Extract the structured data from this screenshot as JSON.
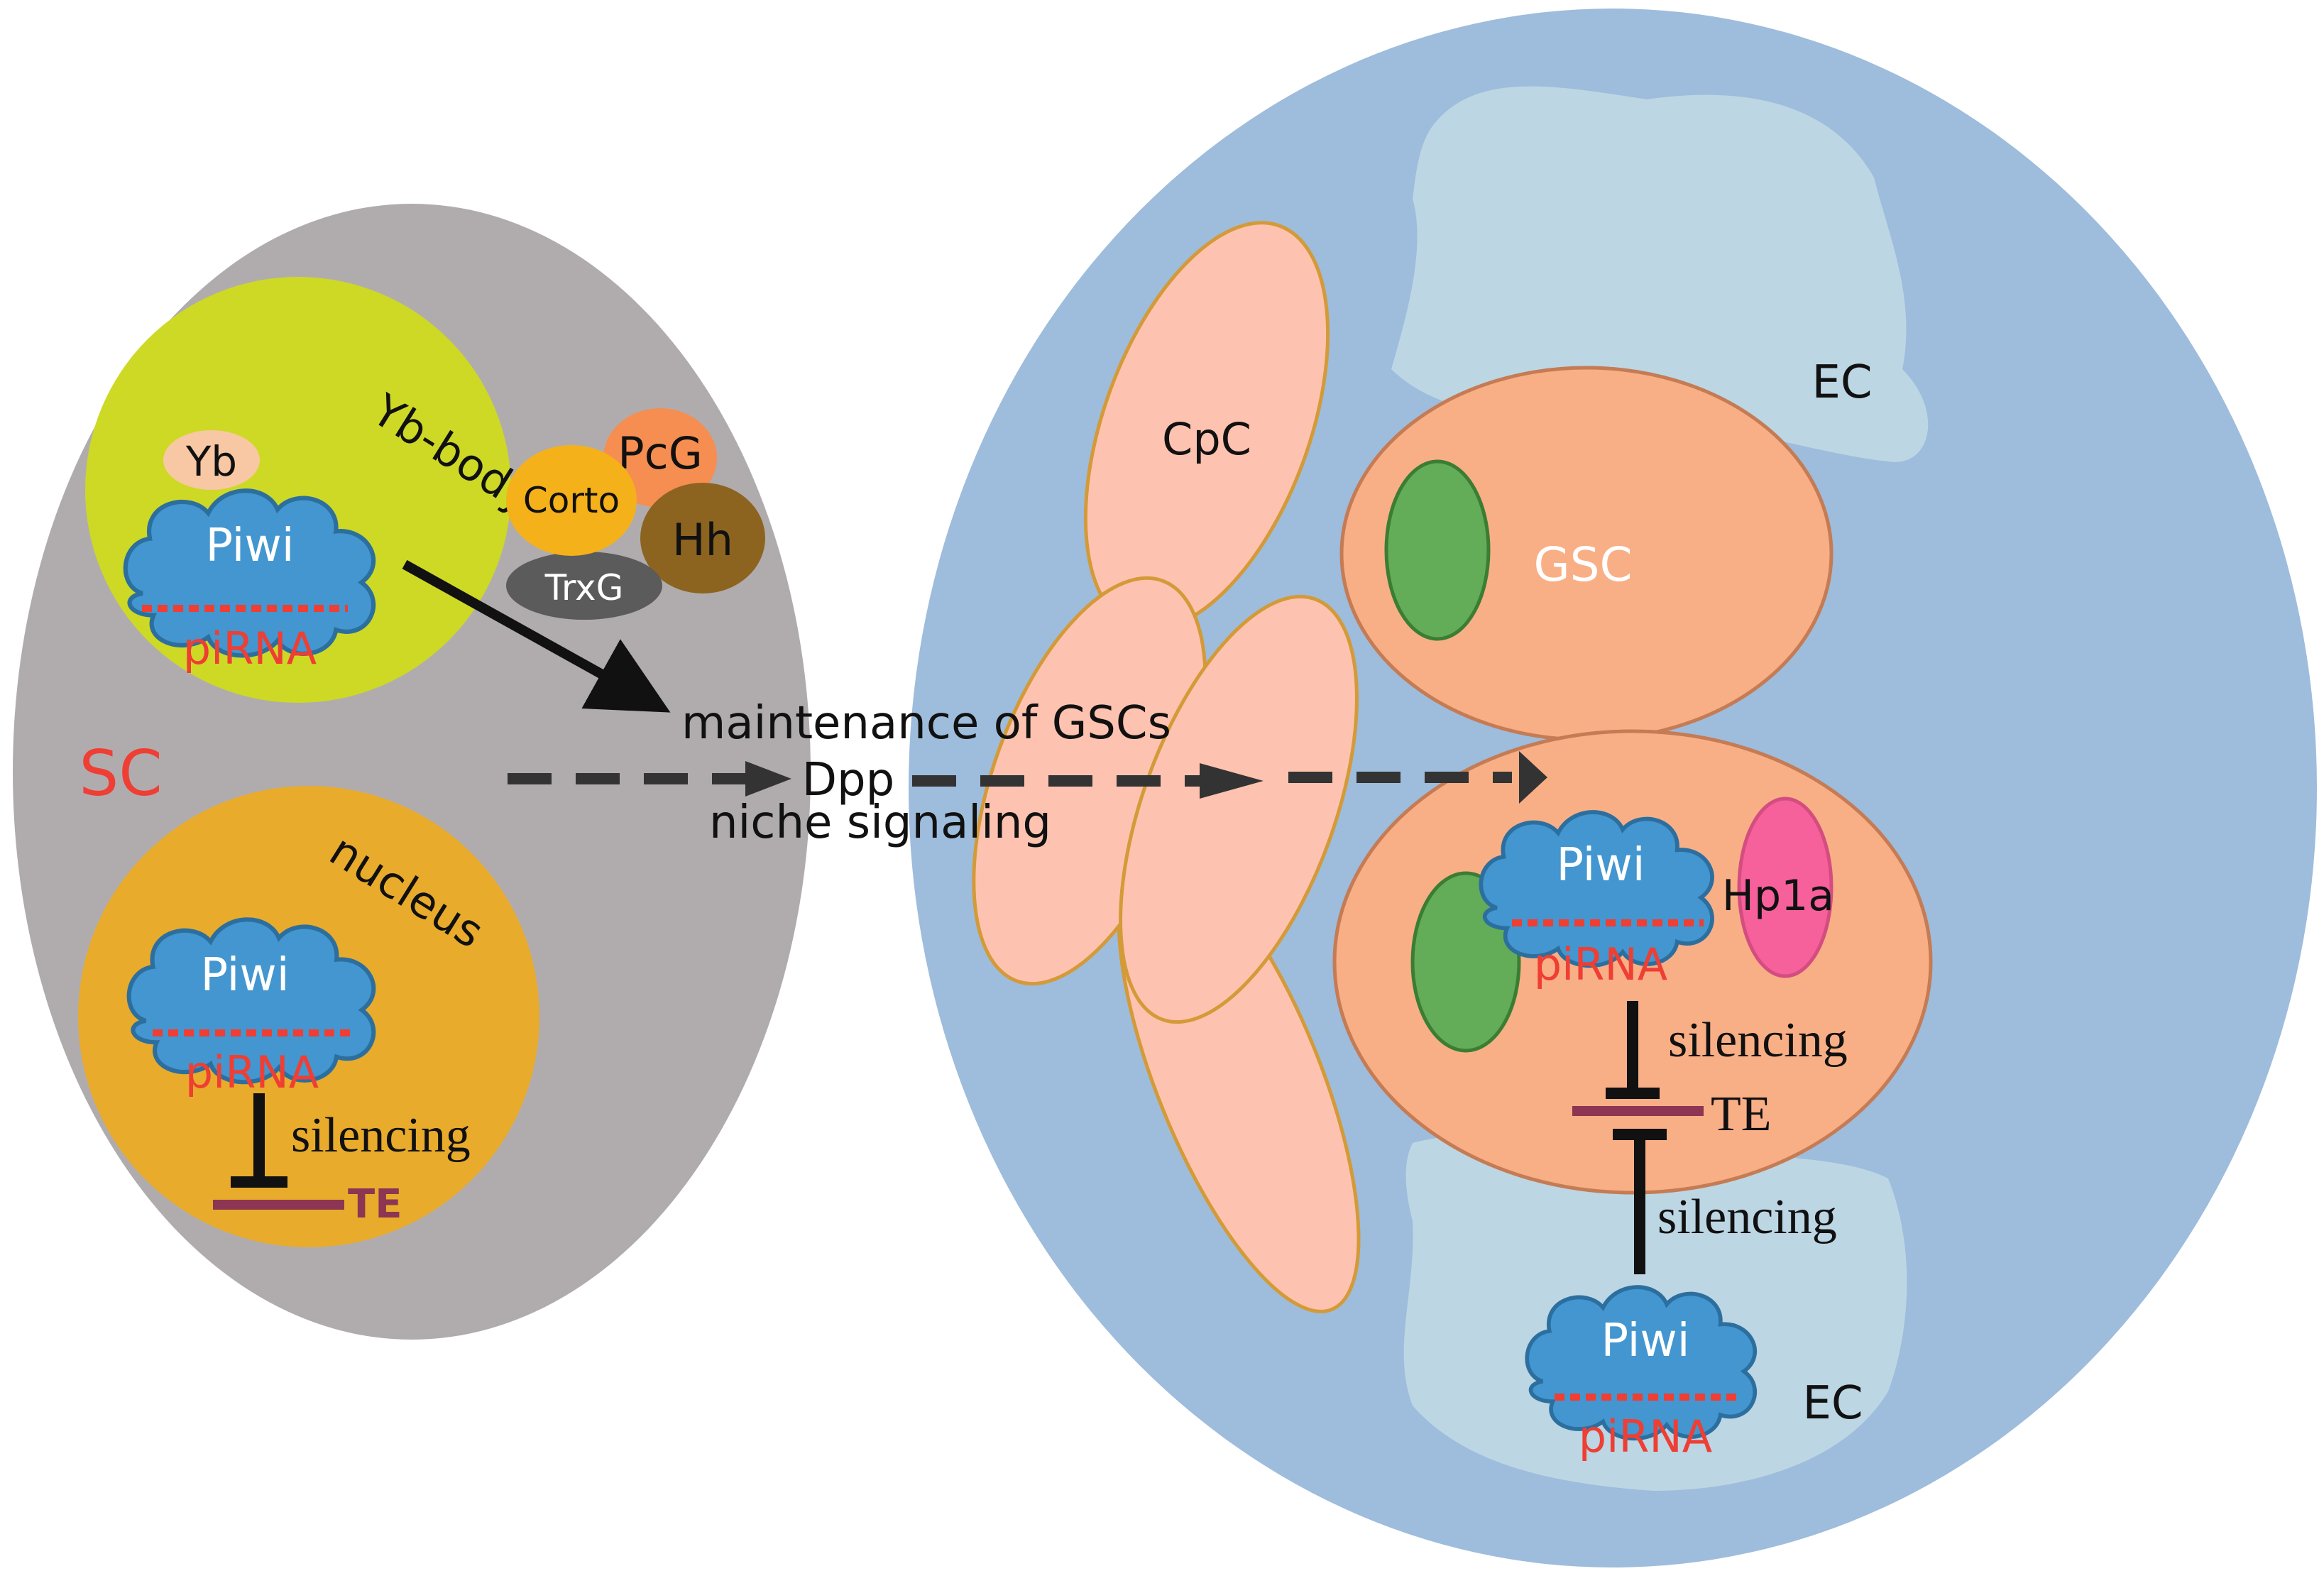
{
  "labels": {
    "sc": "SC",
    "yb_body": "Yb-body",
    "yb": "Yb",
    "piwi_yb": "Piwi",
    "pirna_yb": "piRNA",
    "pcg": "PcG",
    "corto": "Corto",
    "hh": "Hh",
    "trxg": "TrxG",
    "nucleus": "nucleus",
    "piwi_nuc": "Piwi",
    "pirna_nuc": "piRNA",
    "silencing_nuc": "silencing",
    "te_nuc": "TE",
    "maintenance": "maintenance of GSCs",
    "dpp": "Dpp",
    "niche": "niche signaling",
    "cpc": "CpC",
    "gsc": "GSC",
    "ec_top": "EC",
    "piwi_gsc": "Piwi",
    "pirna_gsc": "piRNA",
    "hp1a": "Hp1a",
    "silencing_gsc": "silencing",
    "te_gsc": "TE",
    "silencing_ec": "silencing",
    "piwi_ec": "Piwi",
    "pirna_ec": "piRNA",
    "ec_bottom": "EC"
  },
  "colors": {
    "sc_cell": "#b0acae",
    "yb_body": "#cdd925",
    "nucleus": "#e8ab2b",
    "niche": "#9ebcdc",
    "escort_region": "#bcd6e4",
    "cap_cell": "#fdc3b0",
    "cap_cell_border": "#d49a38",
    "gsc": "#f9af86",
    "gsc_border": "#c57b53",
    "gsc_nucleus": "#63ac58",
    "piwi": "#4396cf",
    "pirna": "#ef3e33",
    "te": "#8d3552",
    "hp1a": "#f6609b",
    "pcg": "#f68d51",
    "corto": "#f5b11a",
    "hh": "#8c6420",
    "trxg": "#5b5b5b",
    "yb": "#f8c8a4",
    "arrow": "#333333",
    "sc_label": "#ef3e33"
  }
}
